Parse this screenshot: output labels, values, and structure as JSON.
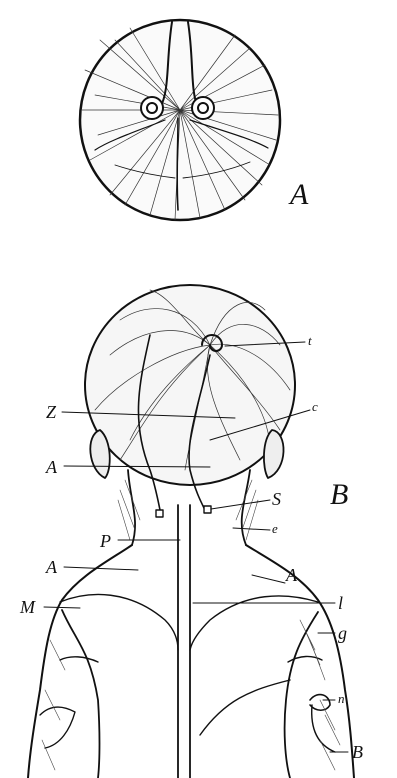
{
  "figure": {
    "panel_a": {
      "letter": "A"
    },
    "panel_b": {
      "letter": "B",
      "labels": {
        "t": "t",
        "c": "c",
        "Z": "Z",
        "A_neck": "A",
        "S": "S",
        "e": "e",
        "P": "P",
        "A_left_shoulder": "A",
        "A_right_shoulder": "A",
        "M": "M",
        "l": "l",
        "g": "g",
        "n": "n",
        "B_arm": "B"
      }
    }
  },
  "colors": {
    "ink": "#111111",
    "paper": "#ffffff",
    "shade": "#555555"
  }
}
